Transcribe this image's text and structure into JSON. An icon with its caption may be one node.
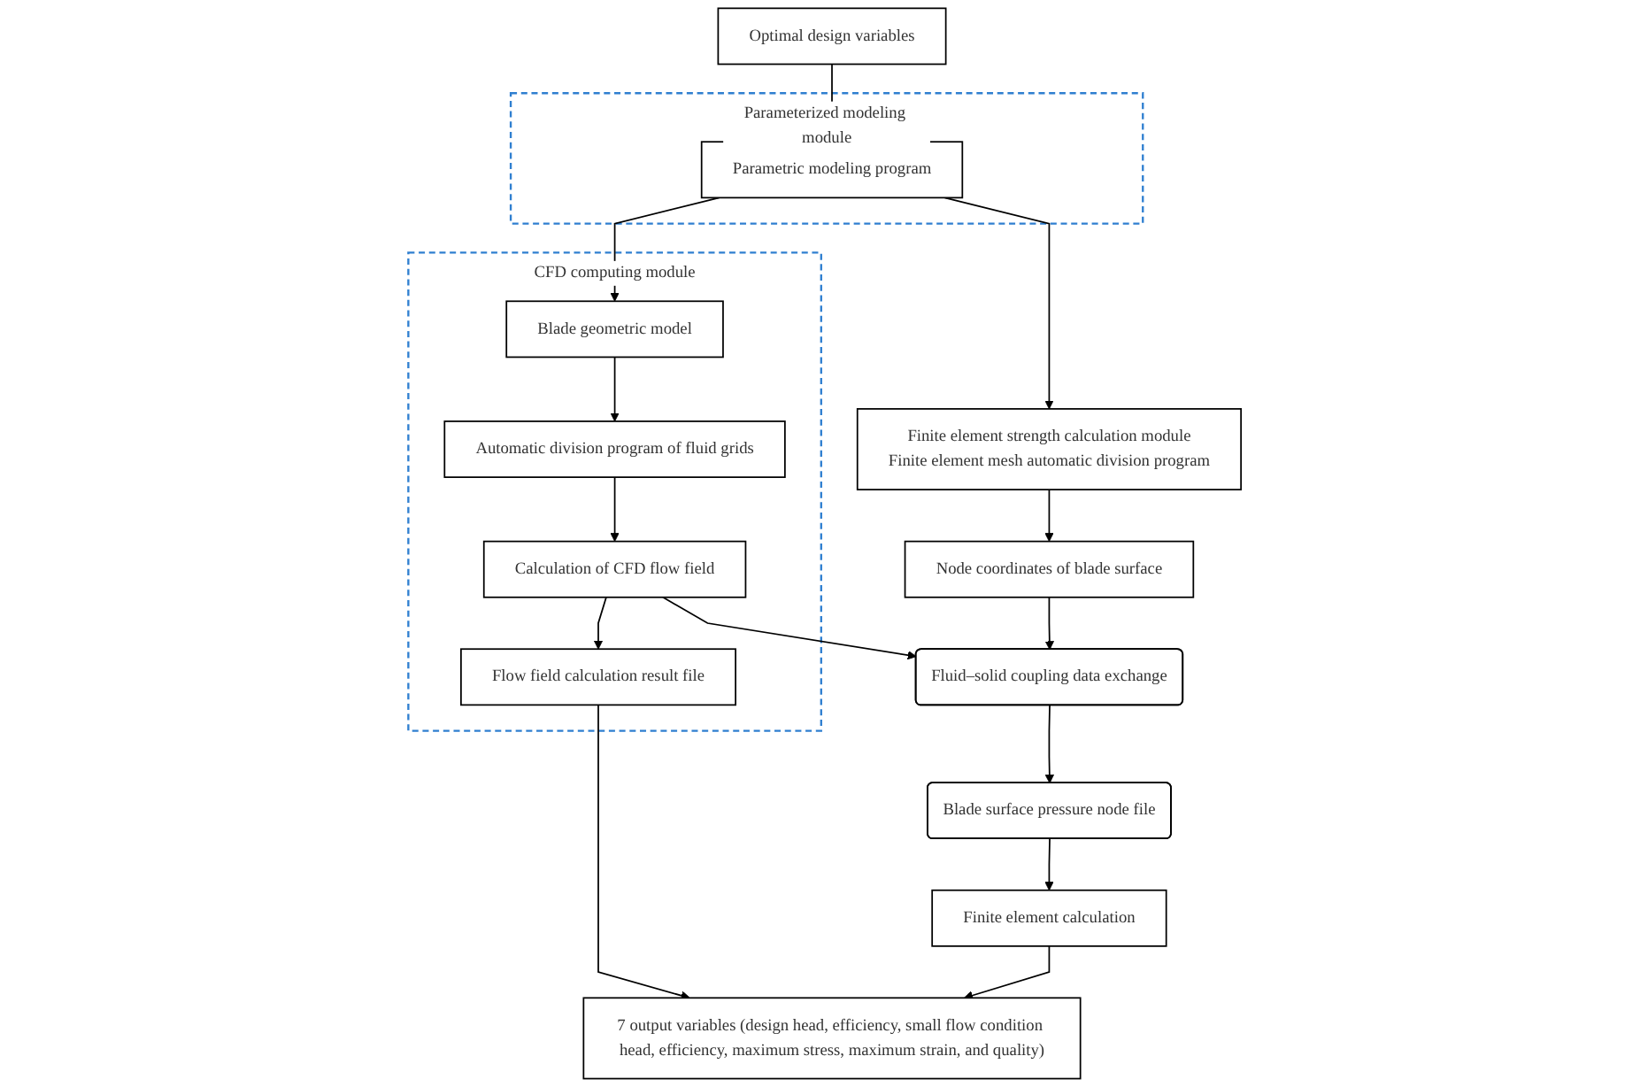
{
  "diagram": {
    "nodes": [
      {
        "text": [
          "Optimal design variables"
        ]
      },
      {
        "text": [
          "Parameterized modeling module"
        ]
      },
      {
        "text": [
          "Parametric modeling program"
        ],
        "in": 1
      },
      {
        "text": [
          "CFD computing module"
        ]
      },
      {
        "text": [
          "Blade geometric model"
        ],
        "in": 3
      },
      {
        "text": [
          "Automatic division program of fluid grids"
        ],
        "in": 3
      },
      {
        "text": [
          "Calculation of CFD flow field"
        ],
        "in": 3
      },
      {
        "text": [
          "Flow field calculation result file"
        ],
        "in": 3
      },
      {
        "text": [
          "Finite element strength calculation module",
          "Finite element mesh automatic division program"
        ]
      },
      {
        "text": [
          "Node coordinates of blade surface"
        ]
      },
      {
        "text": [
          "Fluid–solid coupling data exchange"
        ]
      },
      {
        "text": [
          "Blade surface pressure node file"
        ]
      },
      {
        "text": [
          "Finite element calculation"
        ]
      },
      {
        "text": [
          "7 output variables (design head, efficiency, small flow condition head, efficiency, maximum stress, maximum strain, and quality)"
        ]
      }
    ],
    "edges": [
      {
        "from": 0,
        "to": 2,
        "arrow": "to"
      },
      {
        "from": 2,
        "to": 8,
        "arrow": "to"
      },
      {
        "from": 2,
        "to": 4,
        "arrow": "to"
      },
      {
        "from": 4,
        "to": 5,
        "arrow": "to"
      },
      {
        "from": 5,
        "to": 6,
        "arrow": "to"
      },
      {
        "from": 6,
        "to": 7,
        "arrow": "to"
      },
      {
        "from": 8,
        "to": 9,
        "arrow": "to"
      },
      {
        "from": 9,
        "to": 10,
        "arrow": "to"
      },
      {
        "from": 6,
        "to": 10,
        "arrow": "to"
      },
      {
        "from": 10,
        "to": 11,
        "arrow": "to"
      },
      {
        "from": 11,
        "to": 12,
        "arrow": "to"
      },
      {
        "from": 7,
        "to": 13,
        "arrow": "to"
      },
      {
        "from": 12,
        "to": 13,
        "arrow": "to"
      }
    ]
  }
}
